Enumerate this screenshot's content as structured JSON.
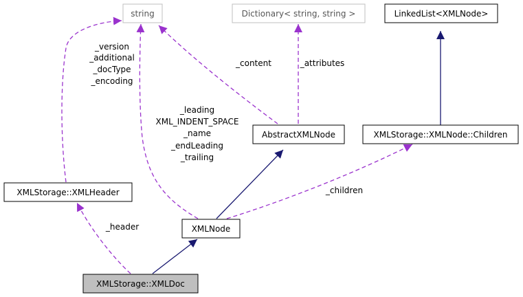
{
  "nodes": {
    "string": "string",
    "dictionary": "Dictionary< string, string >",
    "linked_list": "LinkedList<XMLNode>",
    "abstract_xml_node": "AbstractXMLNode",
    "children": "XMLStorage::XMLNode::Children",
    "xml_header": "XMLStorage::XMLHeader",
    "xml_node": "XMLNode",
    "xml_doc": "XMLStorage::XMLDoc"
  },
  "edge_labels": {
    "header_fields": [
      "_version",
      "_additional",
      "_docType",
      "_encoding"
    ],
    "content": "_content",
    "attributes": "_attributes",
    "node_fields": [
      "_leading",
      "XML_INDENT_SPACE",
      "_name",
      "_endLeading",
      "_trailing"
    ],
    "children": "_children",
    "header": "_header"
  },
  "colors": {
    "inheritance": "#191970",
    "usage": "#9a32cd",
    "highlight_fill": "#bfbfbf",
    "muted_border": "#bfbfbf"
  }
}
